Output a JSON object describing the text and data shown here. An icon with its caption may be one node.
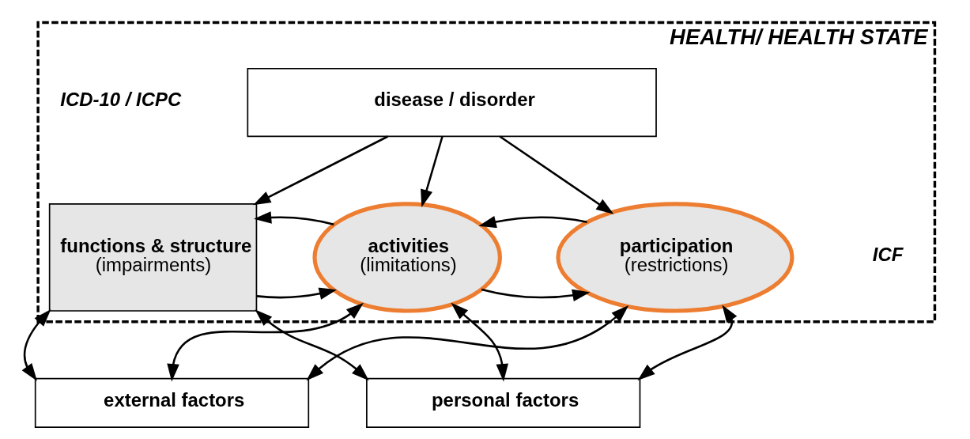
{
  "diagram": {
    "nodes": [
      {
        "text": [
          "HEALTH/ HEALTH STATE"
        ]
      },
      {
        "text": [
          "disease / disorder"
        ],
        "in": 0
      },
      {
        "text": [
          "functions & structure",
          "(impairments)"
        ],
        "in": 0
      },
      {
        "text": [
          "activities",
          "(limitations)"
        ],
        "in": 0
      },
      {
        "text": [
          "participation",
          "(restrictions)"
        ],
        "in": 0
      },
      {
        "text": [
          "external factors"
        ]
      },
      {
        "text": [
          "personal factors"
        ]
      }
    ],
    "edges": [
      {
        "from": 1,
        "to": 2,
        "arrow": "to"
      },
      {
        "from": 1,
        "to": 3,
        "arrow": "to"
      },
      {
        "from": 1,
        "to": 4,
        "arrow": "to"
      },
      {
        "from": 2,
        "to": 3,
        "arrow": "to"
      },
      {
        "from": 3,
        "to": 2,
        "arrow": "to"
      },
      {
        "from": 3,
        "to": 4,
        "arrow": "to"
      },
      {
        "from": 4,
        "to": 3,
        "arrow": "to"
      },
      {
        "from": 5,
        "to": 2,
        "arrow": "both"
      },
      {
        "from": 5,
        "to": 3,
        "arrow": "both"
      },
      {
        "from": 5,
        "to": 4,
        "arrow": "both"
      },
      {
        "from": 6,
        "to": 2,
        "arrow": "both"
      },
      {
        "from": 6,
        "to": 3,
        "arrow": "both"
      },
      {
        "from": 6,
        "to": 4,
        "arrow": "both"
      }
    ],
    "labels": [
      "ICD-10 / ICPC",
      "ICF"
    ]
  }
}
